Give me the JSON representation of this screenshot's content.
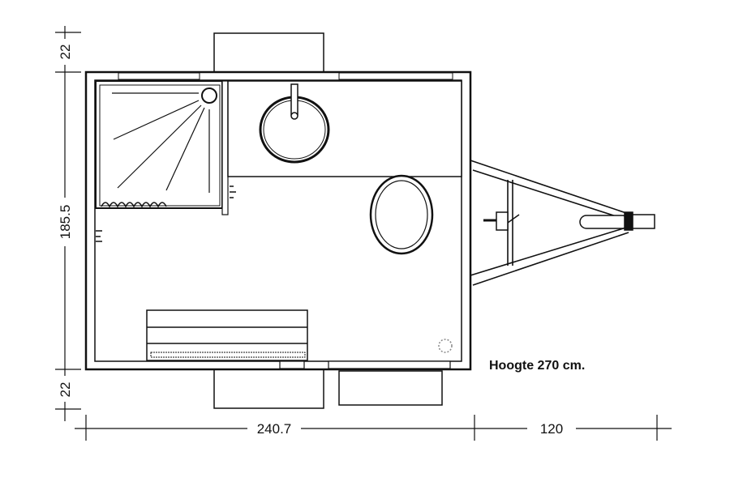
{
  "dimensions": {
    "top_margin": "22",
    "height": "185.5",
    "bottom_margin": "22",
    "width": "240.7",
    "drawbar_length": "120"
  },
  "note": "Hoogte 270 cm.",
  "colors": {
    "line": "#111111",
    "background": "#ffffff",
    "light_line": "#888888"
  },
  "icons": [
    "shower-drain-icon",
    "sink-icon",
    "toilet-icon",
    "floor-drain-icon",
    "tow-hitch-icon",
    "jockey-wheel-icon"
  ]
}
